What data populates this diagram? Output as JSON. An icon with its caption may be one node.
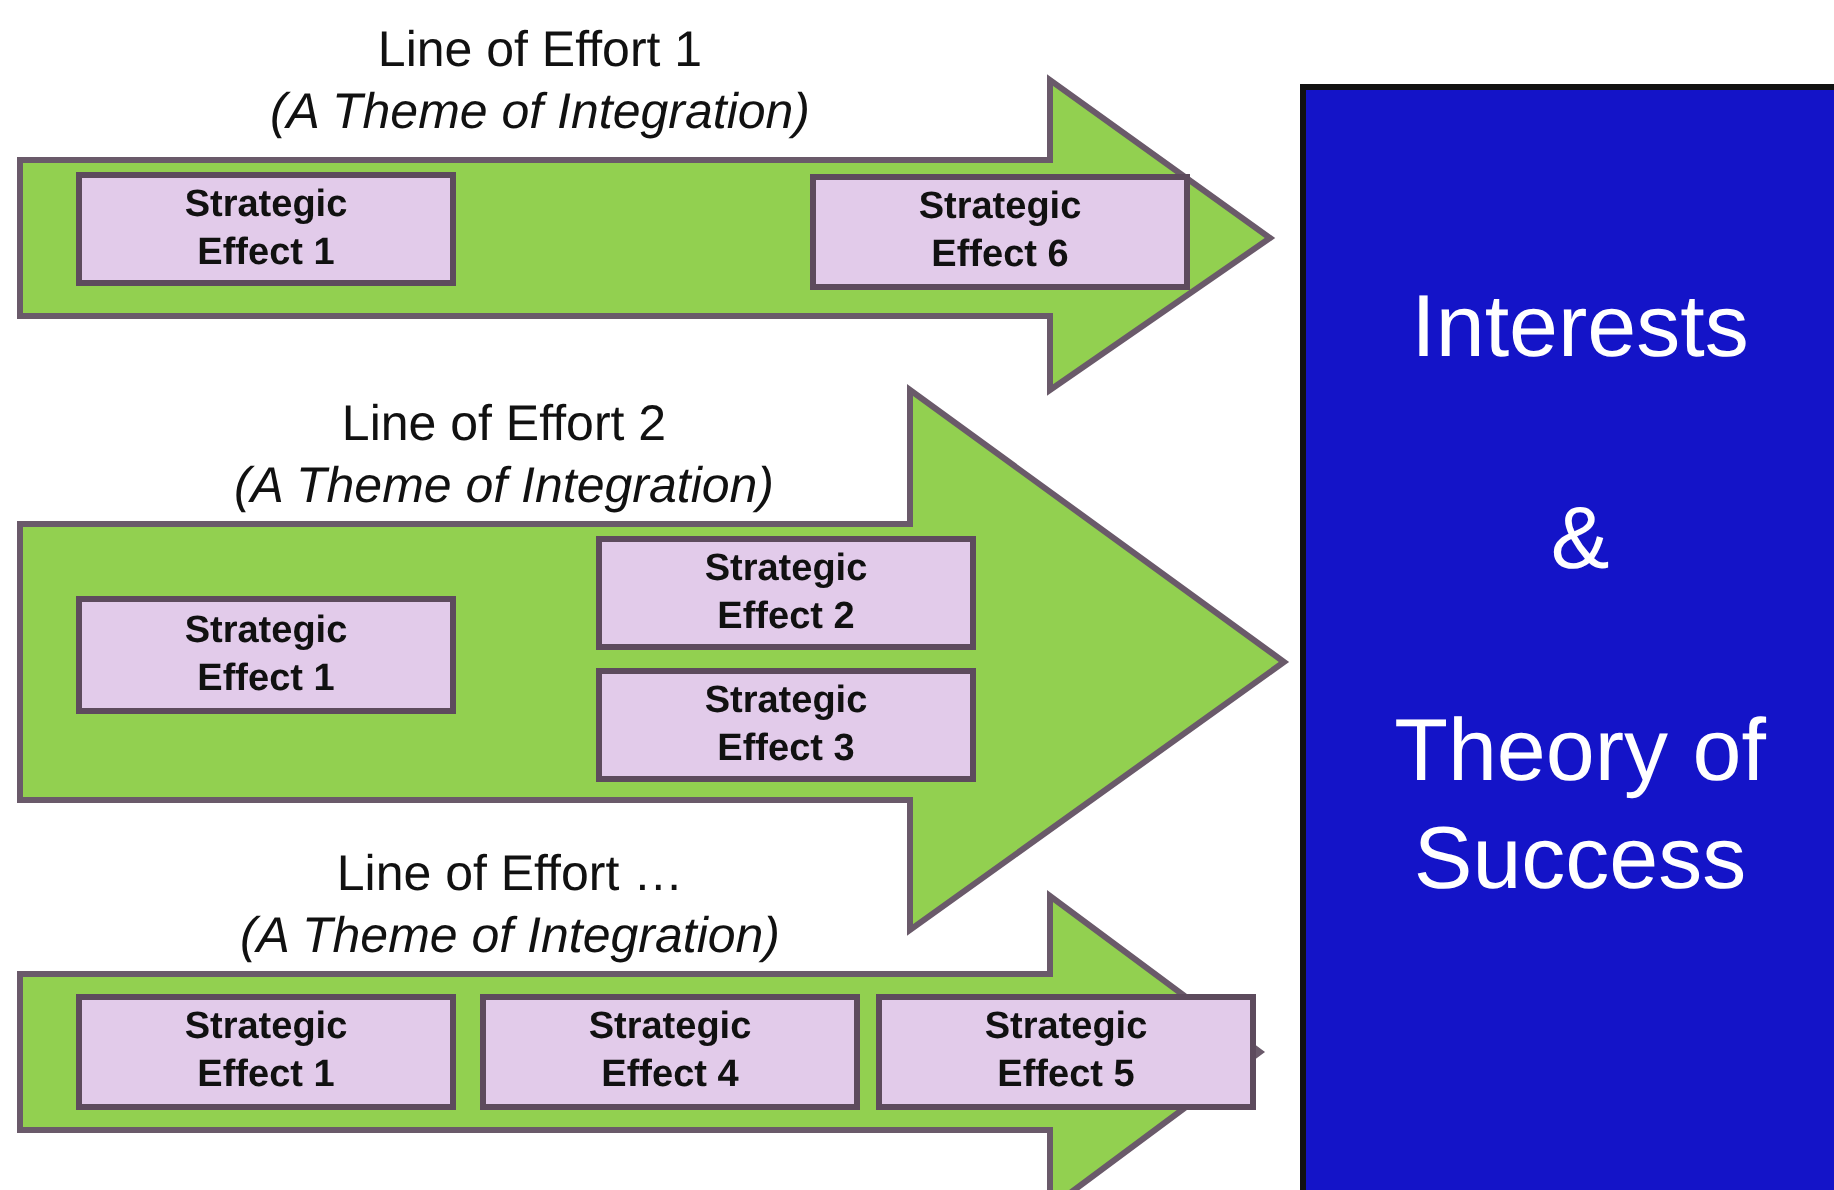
{
  "diagram": {
    "nodes": [
      {
        "text": [
          "Line of Effort 1",
          "(A Theme of Integration)"
        ]
      },
      {
        "text": [
          "Strategic Effect 1"
        ],
        "in": 0
      },
      {
        "text": [
          "Strategic Effect 6"
        ],
        "in": 0
      },
      {
        "text": [
          "Line of Effort 2",
          "(A Theme of Integration)"
        ]
      },
      {
        "text": [
          "Strategic Effect 1"
        ],
        "in": 3
      },
      {
        "text": [
          "Strategic Effect 2"
        ],
        "in": 3
      },
      {
        "text": [
          "Strategic Effect 3"
        ],
        "in": 3
      },
      {
        "text": [
          "Line of Effort …",
          "(A Theme of Integration)"
        ]
      },
      {
        "text": [
          "Strategic Effect 1"
        ],
        "in": 7
      },
      {
        "text": [
          "Strategic Effect 4"
        ],
        "in": 7
      },
      {
        "text": [
          "Strategic Effect 5"
        ],
        "in": 7
      },
      {
        "text": [
          "Interests",
          "&",
          "Theory of Success"
        ]
      }
    ]
  }
}
